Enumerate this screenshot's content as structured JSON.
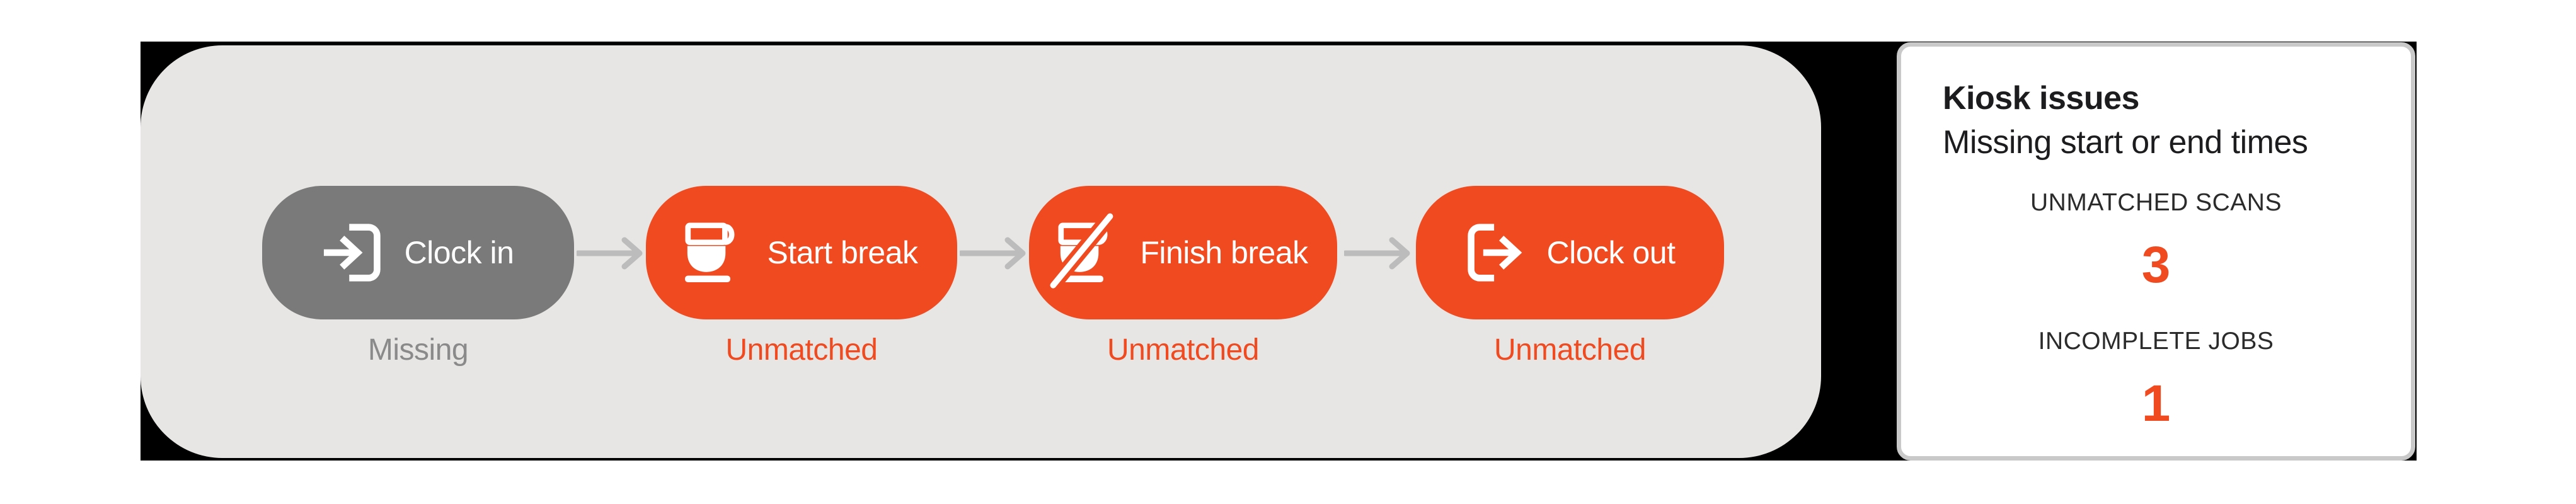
{
  "flow": {
    "steps": [
      {
        "label": "Clock in",
        "status": "Missing",
        "state": "missing"
      },
      {
        "label": "Start break",
        "status": "Unmatched",
        "state": "unmatched"
      },
      {
        "label": "Finish break",
        "status": "Unmatched",
        "state": "unmatched"
      },
      {
        "label": "Clock out",
        "status": "Unmatched",
        "state": "unmatched"
      }
    ]
  },
  "kiosk_panel": {
    "title": "Kiosk issues",
    "subtitle": "Missing start or end times",
    "stats": [
      {
        "label": "UNMATCHED SCANS",
        "value": "3"
      },
      {
        "label": "INCOMPLETE JOBS",
        "value": "1"
      }
    ]
  },
  "colors": {
    "accent_orange": "#F04A21",
    "missing_gray": "#7A7A7A",
    "panel_gray": "#E7E6E4",
    "arrow_gray": "#BCBCBC",
    "card_border": "#C9C9C9",
    "text_dark": "#1C1C1E",
    "status_missing": "#8A8A8A"
  }
}
